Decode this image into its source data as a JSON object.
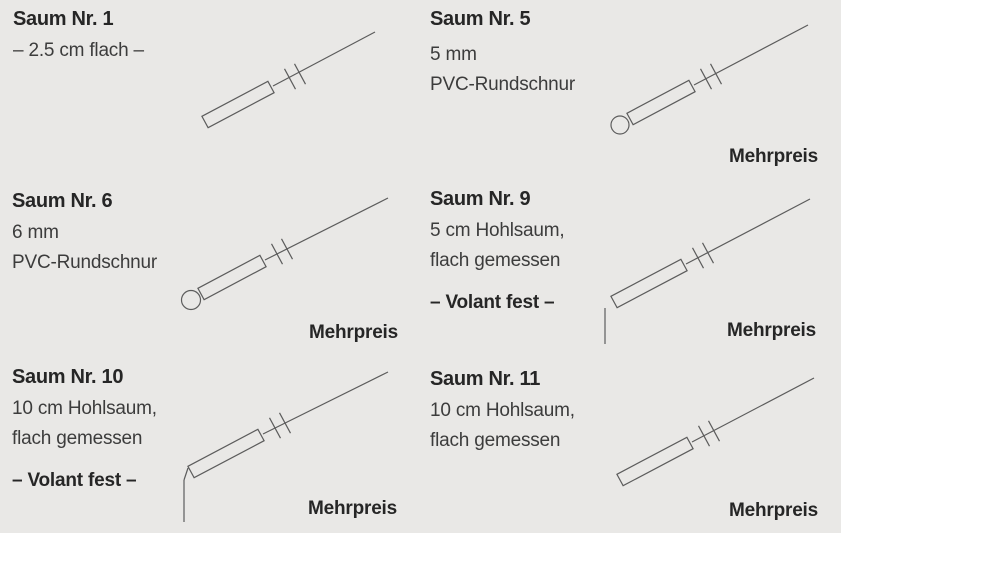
{
  "colors": {
    "background": "#e9e8e6",
    "text": "#3c3c3c",
    "heading": "#262626",
    "drawing_line": "#5c5c5c"
  },
  "panels": [
    {
      "title": "Saum Nr. 1",
      "line1": "– 2.5 cm flach –",
      "line2": "",
      "note": "",
      "mehrpreis": "",
      "diagram": "flat-hem"
    },
    {
      "title": "Saum Nr. 5",
      "line1": "5 mm",
      "line2": "PVC-Rundschnur",
      "note": "",
      "mehrpreis": "Mehrpreis",
      "diagram": "round-cord-hem"
    },
    {
      "title": "Saum Nr. 6",
      "line1": "6 mm",
      "line2": "PVC-Rundschnur",
      "note": "",
      "mehrpreis": "Mehrpreis",
      "diagram": "round-cord-hem"
    },
    {
      "title": "Saum Nr. 9",
      "line1": "5 cm Hohlsaum,",
      "line2": "flach gemessen",
      "note": "– Volant fest –",
      "mehrpreis": "Mehrpreis",
      "diagram": "hollow-hem-valance"
    },
    {
      "title": "Saum Nr. 10",
      "line1": "10 cm Hohlsaum,",
      "line2": "flach gemessen",
      "note": "– Volant fest –",
      "mehrpreis": "Mehrpreis",
      "diagram": "hollow-hem-valance"
    },
    {
      "title": "Saum Nr. 11",
      "line1": "10 cm Hohlsaum,",
      "line2": "flach gemessen",
      "note": "",
      "mehrpreis": "Mehrpreis",
      "diagram": "hollow-hem"
    }
  ]
}
